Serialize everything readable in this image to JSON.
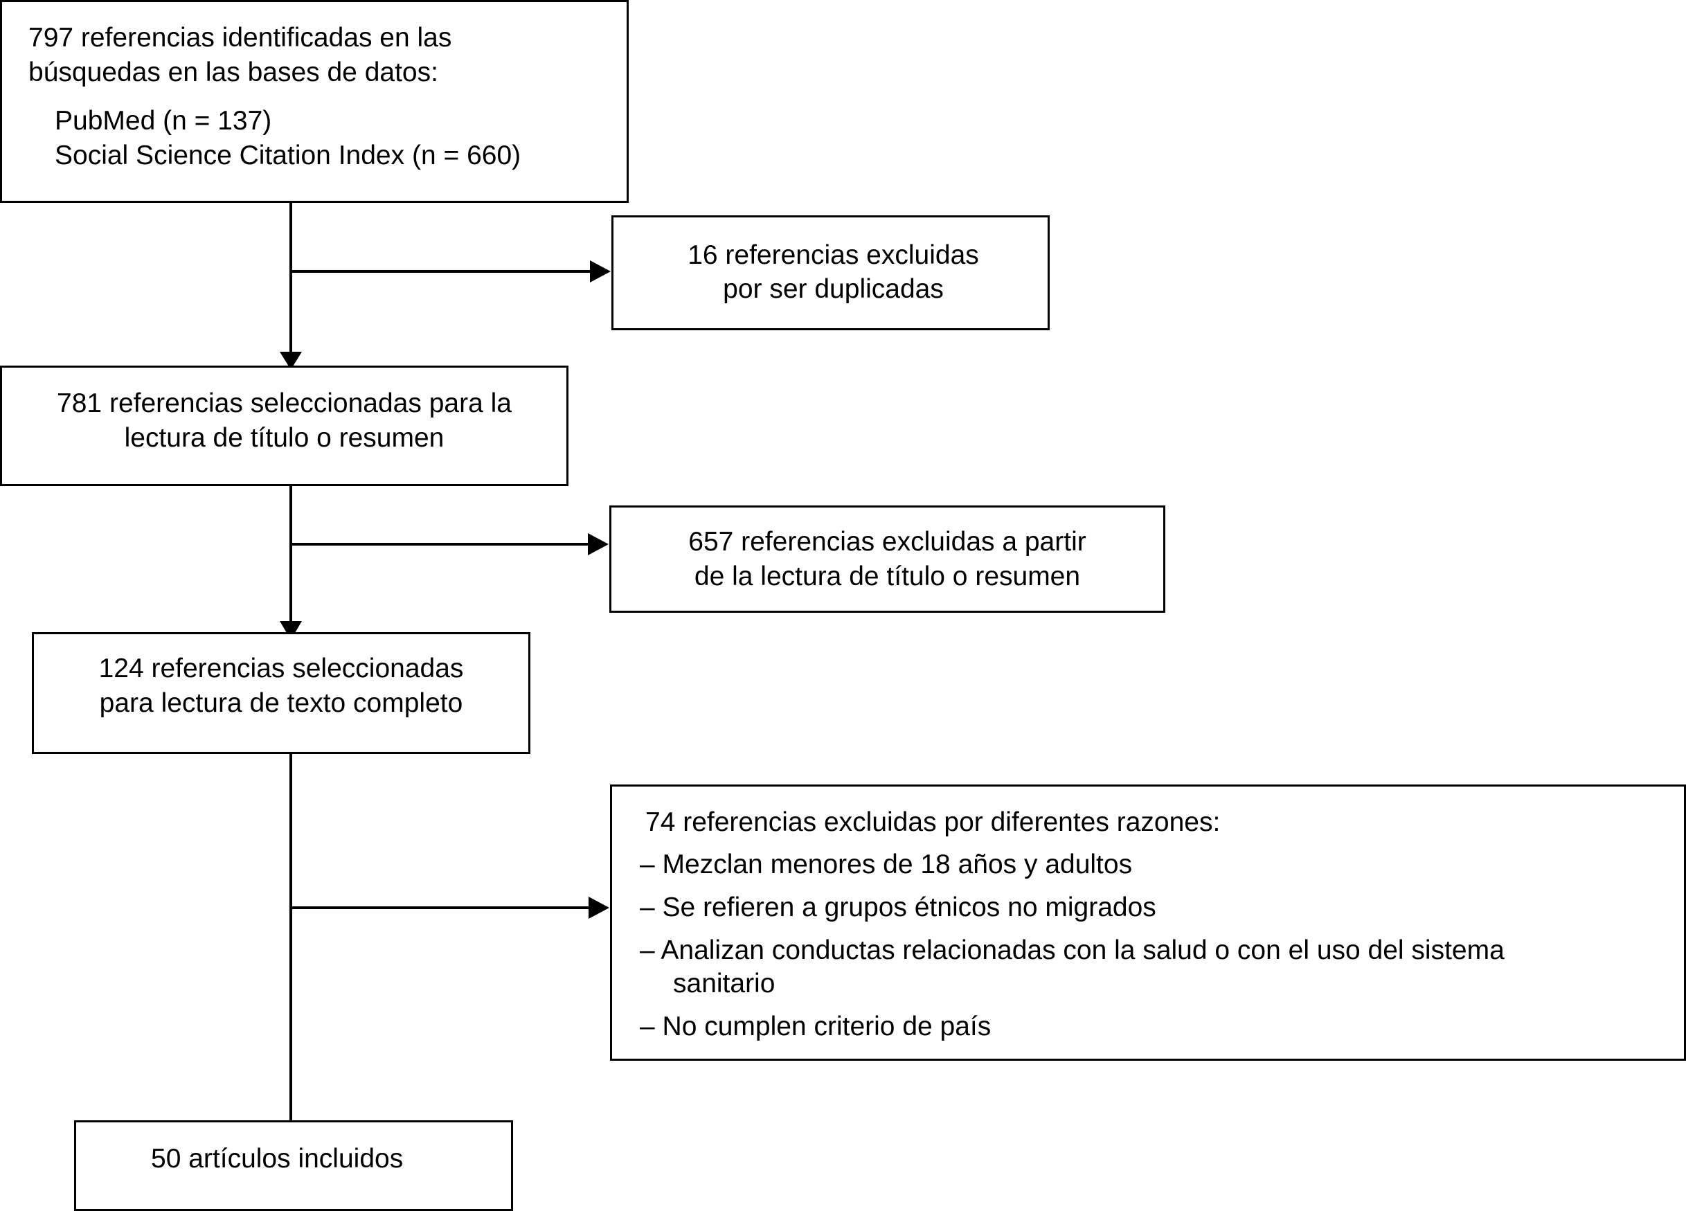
{
  "flow": {
    "identified": {
      "line1": "797 referencias identificadas en las",
      "line2": "búsquedas en las bases de datos:",
      "source1": "PubMed (n = 137)",
      "source2": "Social Science Citation Index (n = 660)"
    },
    "duplicates": {
      "line1": "16 referencias excluidas",
      "line2": "por ser duplicadas"
    },
    "screened": {
      "line1": "781 referencias seleccionadas para la",
      "line2": "lectura de título o resumen"
    },
    "excluded_screening": {
      "line1": "657 referencias excluidas a partir",
      "line2": "de la lectura de título o resumen"
    },
    "fulltext": {
      "line1": "124 referencias seleccionadas",
      "line2": "para lectura de texto completo"
    },
    "excluded_fulltext": {
      "heading": "74 referencias excluidas por diferentes razones:",
      "reasons": [
        "– Mezclan menores de 18 años y adultos",
        "– Se refieren a grupos étnicos no migrados",
        "– Analizan conductas relacionadas con la salud o con el uso del sistema",
        "– No cumplen criterio de país"
      ],
      "reason3_cont": "sanitario"
    },
    "included": {
      "line1": "50 artículos incluidos"
    }
  }
}
